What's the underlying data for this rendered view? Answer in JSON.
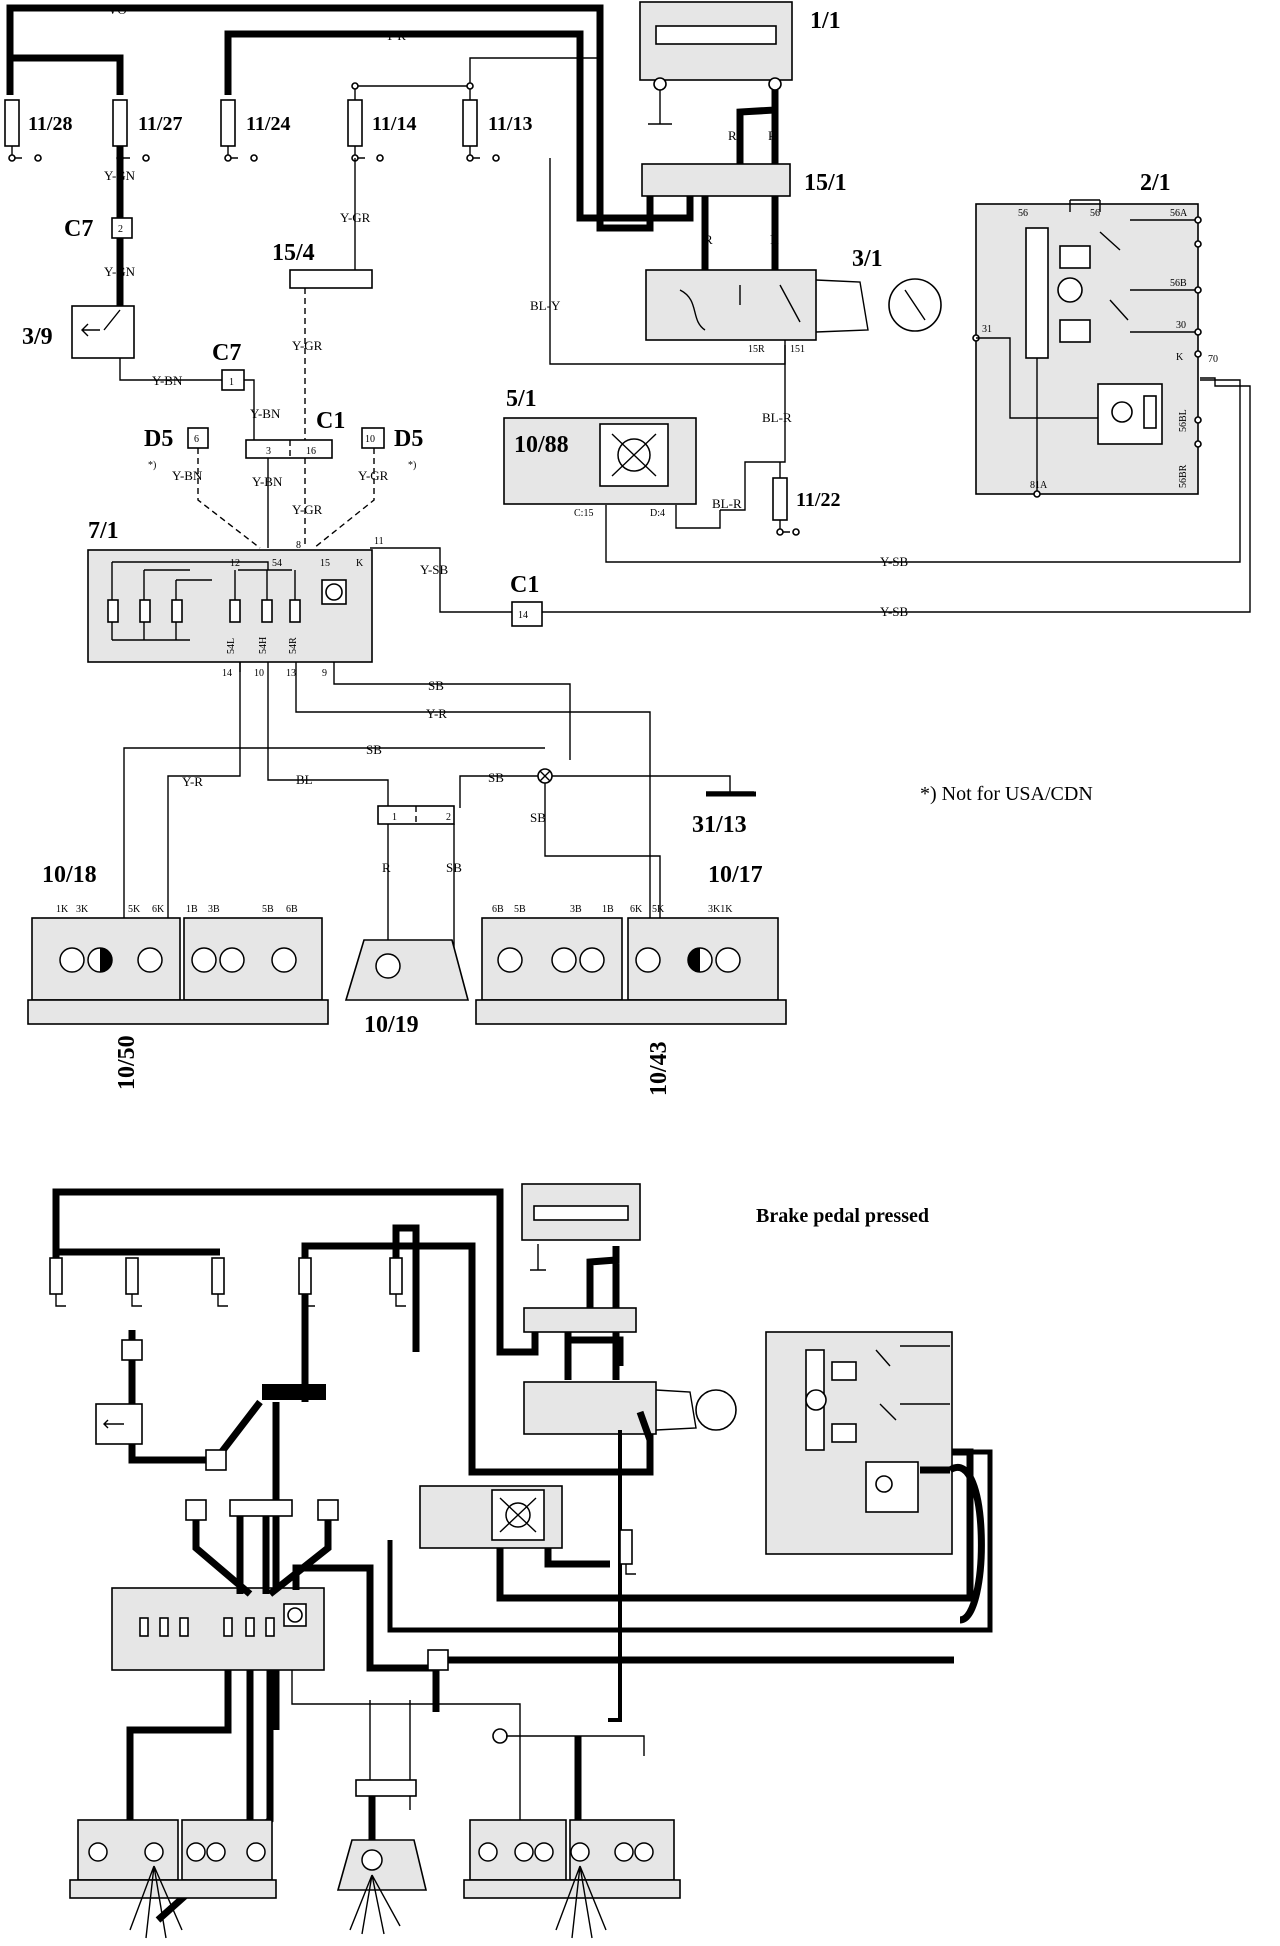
{
  "note": "*) Not for USA/CDN",
  "lower_caption": "Brake pedal pressed",
  "components": {
    "c1_1": "1/1",
    "c15_1": "15/1",
    "c3_1": "3/1",
    "c2_1": "2/1",
    "c15_4": "15/4",
    "c3_9": "3/9",
    "c7a": "C7",
    "c7b": "C7",
    "c1a": "C1",
    "c1b": "C1",
    "d5a": "D5",
    "d5b": "D5",
    "c5_1": "5/1",
    "c10_88": "10/88",
    "c7_1": "7/1",
    "c31_13": "31/13",
    "c10_18": "10/18",
    "c10_17": "10/17",
    "c10_19": "10/19",
    "c10_50": "10/50",
    "c10_43": "10/43",
    "c11_22": "11/22"
  },
  "fuses": [
    "11/28",
    "11/27",
    "11/24",
    "11/14",
    "11/13"
  ],
  "wires": {
    "vo": "VO",
    "yr_top": "Y-R",
    "ygn_a": "Y-GN",
    "ygn_b": "Y-GN",
    "ygr_a": "Y-GR",
    "ygr_b": "Y-GR",
    "ygr_c": "Y-GR",
    "ygr_d": "Y-GR",
    "r1": "R",
    "r2": "R",
    "r3": "R",
    "r4": "R",
    "bly": "BL-Y",
    "ybn_a": "Y-BN",
    "ybn_b": "Y-BN",
    "ybn_c": "Y-BN",
    "ybn_d": "Y-BN",
    "ysb_a": "Y-SB",
    "ysb_b": "Y-SB",
    "ysb_c": "Y-SB",
    "blr_a": "BL-R",
    "blr_b": "BL-R",
    "sb_a": "SB",
    "sb_b": "SB",
    "sb_c": "SB",
    "sb_d": "SB",
    "sb_e": "SB",
    "yr_b": "Y-R",
    "yr_c": "Y-R",
    "bl": "BL",
    "r5": "R"
  },
  "connector_pins": {
    "c7a": "2",
    "c7b": "1",
    "c1_left": "3",
    "c1_right": "16",
    "d5a": "6",
    "d5b": "10",
    "c1b": "14",
    "plug1": "1",
    "plug2": "2"
  },
  "asterisks": [
    "*)",
    "*)"
  ],
  "pins_7_1": {
    "p12": "12",
    "p54": "54",
    "p8": "8",
    "p15": "15",
    "pK": "K",
    "p11": "11",
    "p14": "14",
    "p10": "10",
    "p13": "13",
    "p9": "9",
    "l54l": "54L",
    "l54h": "54H",
    "l54r": "54R"
  },
  "pins_2_1": {
    "p56a": "56",
    "p56b": "56",
    "p56A": "56A",
    "p56B": "56B",
    "p31": "31",
    "p30": "30",
    "pK": "K",
    "p70": "70",
    "p56bl": "56BL",
    "p56br": "56BR",
    "p81a": "81A"
  },
  "pins_3_1": {
    "p15r": "15R",
    "p151": "151"
  },
  "pins_5_1": {
    "c15": "C:15",
    "d4": "D:4"
  },
  "pins_lamps": {
    "l1k": "1K",
    "l3k": "3K",
    "l5k": "5K",
    "l6k": "6K",
    "l1b": "1B",
    "l3b": "3B",
    "l5b": "5B",
    "l6b": "6B",
    "r6b": "6B",
    "r5b": "5B",
    "r3b": "3B",
    "r1b": "1B",
    "r6k": "6K",
    "r5k": "5K",
    "r3k1k": "3K1K"
  }
}
